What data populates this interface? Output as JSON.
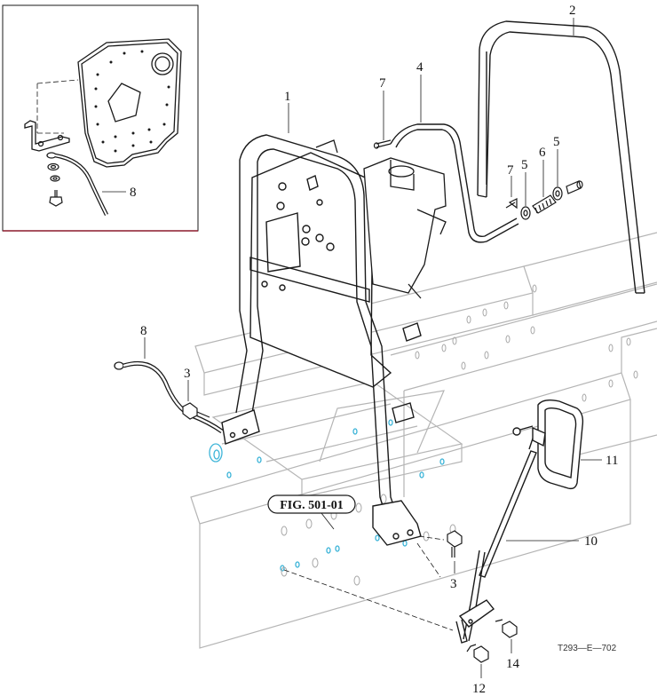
{
  "callouts": {
    "c1": "1",
    "c2": "2",
    "c3a": "3",
    "c3b": "3",
    "c4": "4",
    "c5a": "5",
    "c5b": "5",
    "c6": "6",
    "c7a": "7",
    "c7b": "7",
    "c8a": "8",
    "c8b": "8",
    "c10": "10",
    "c11": "11",
    "c12": "12",
    "c14": "14"
  },
  "figure_reference": "FIG. 501-01",
  "drawing_code": "T293—E—702",
  "colors": {
    "line": "#1a1a1a",
    "frame_ghost": "#b8b8b8",
    "hidden_holes": "#3cb4d8",
    "inset_border": "#8b1a2b"
  }
}
